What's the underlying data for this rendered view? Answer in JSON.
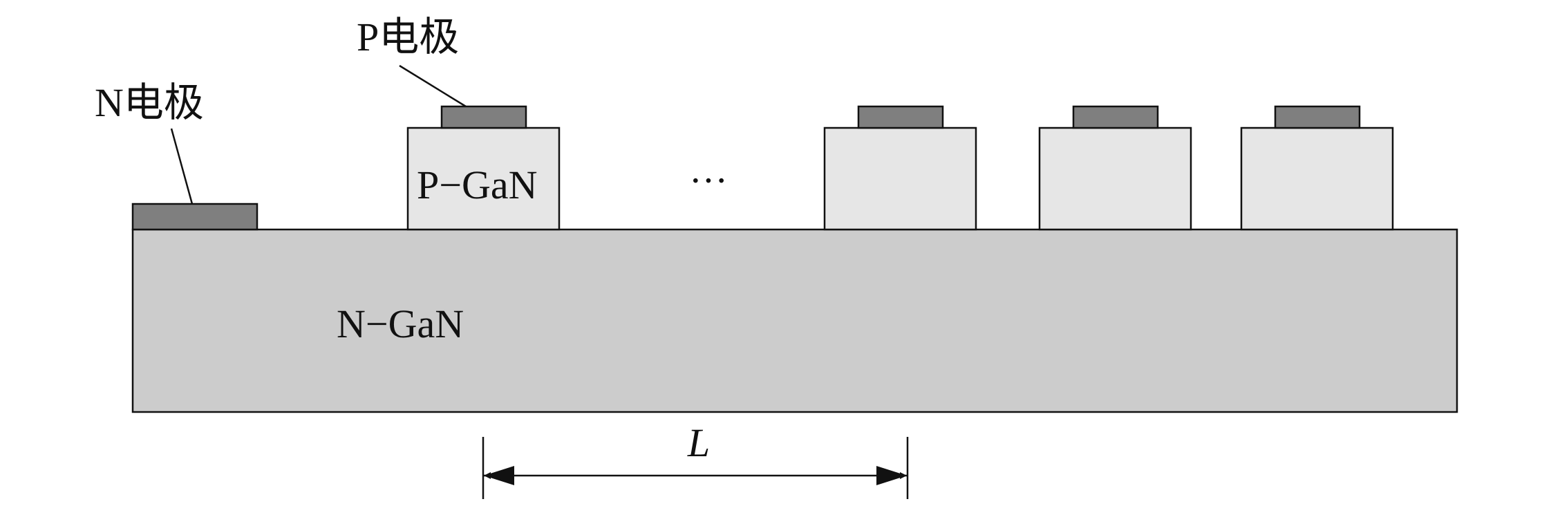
{
  "labels": {
    "p_electrode": "P电极",
    "n_electrode": "N电极",
    "p_gan": "P−GaN",
    "n_gan": "N−GaN",
    "ellipsis": "···",
    "length": "L"
  },
  "colors": {
    "substrate": "#cccccc",
    "p_gan": "#e6e6e6",
    "electrode": "#7f7f7f",
    "stroke": "#111111"
  },
  "mesa_count_shown": 4
}
